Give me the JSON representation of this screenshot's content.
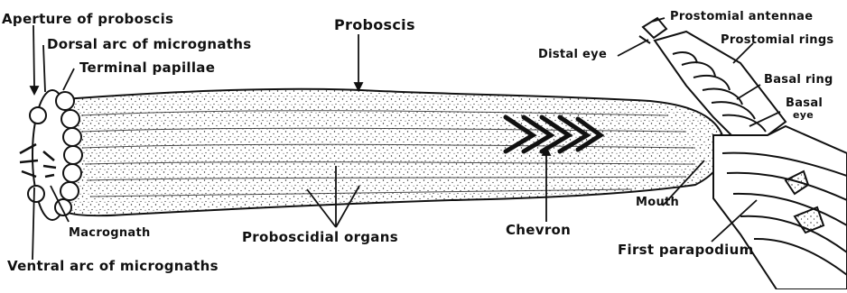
{
  "labels": {
    "aperture": "Aperture of proboscis",
    "dorsal_arc": "Dorsal arc of micrognaths",
    "terminal_papillae": "Terminal papillae",
    "proboscis": "Proboscis",
    "distal_eye": "Distal eye",
    "prostomial_antennae": "Prostomial antennae",
    "prostomial_rings": "Prostomial rings",
    "basal_ring": "Basal ring",
    "basal_eye_1": "Basal",
    "basal_eye_2": "eye",
    "macrognath": "Macrognath",
    "proboscidial_organs": "Proboscidial organs",
    "chevron": "Chevron",
    "mouth": "Mouth",
    "first_parapodium": "First parapodium",
    "ventral_arc": "Ventral arc of micrognaths"
  },
  "colors": {
    "ink": "#111111",
    "paper": "#ffffff"
  }
}
